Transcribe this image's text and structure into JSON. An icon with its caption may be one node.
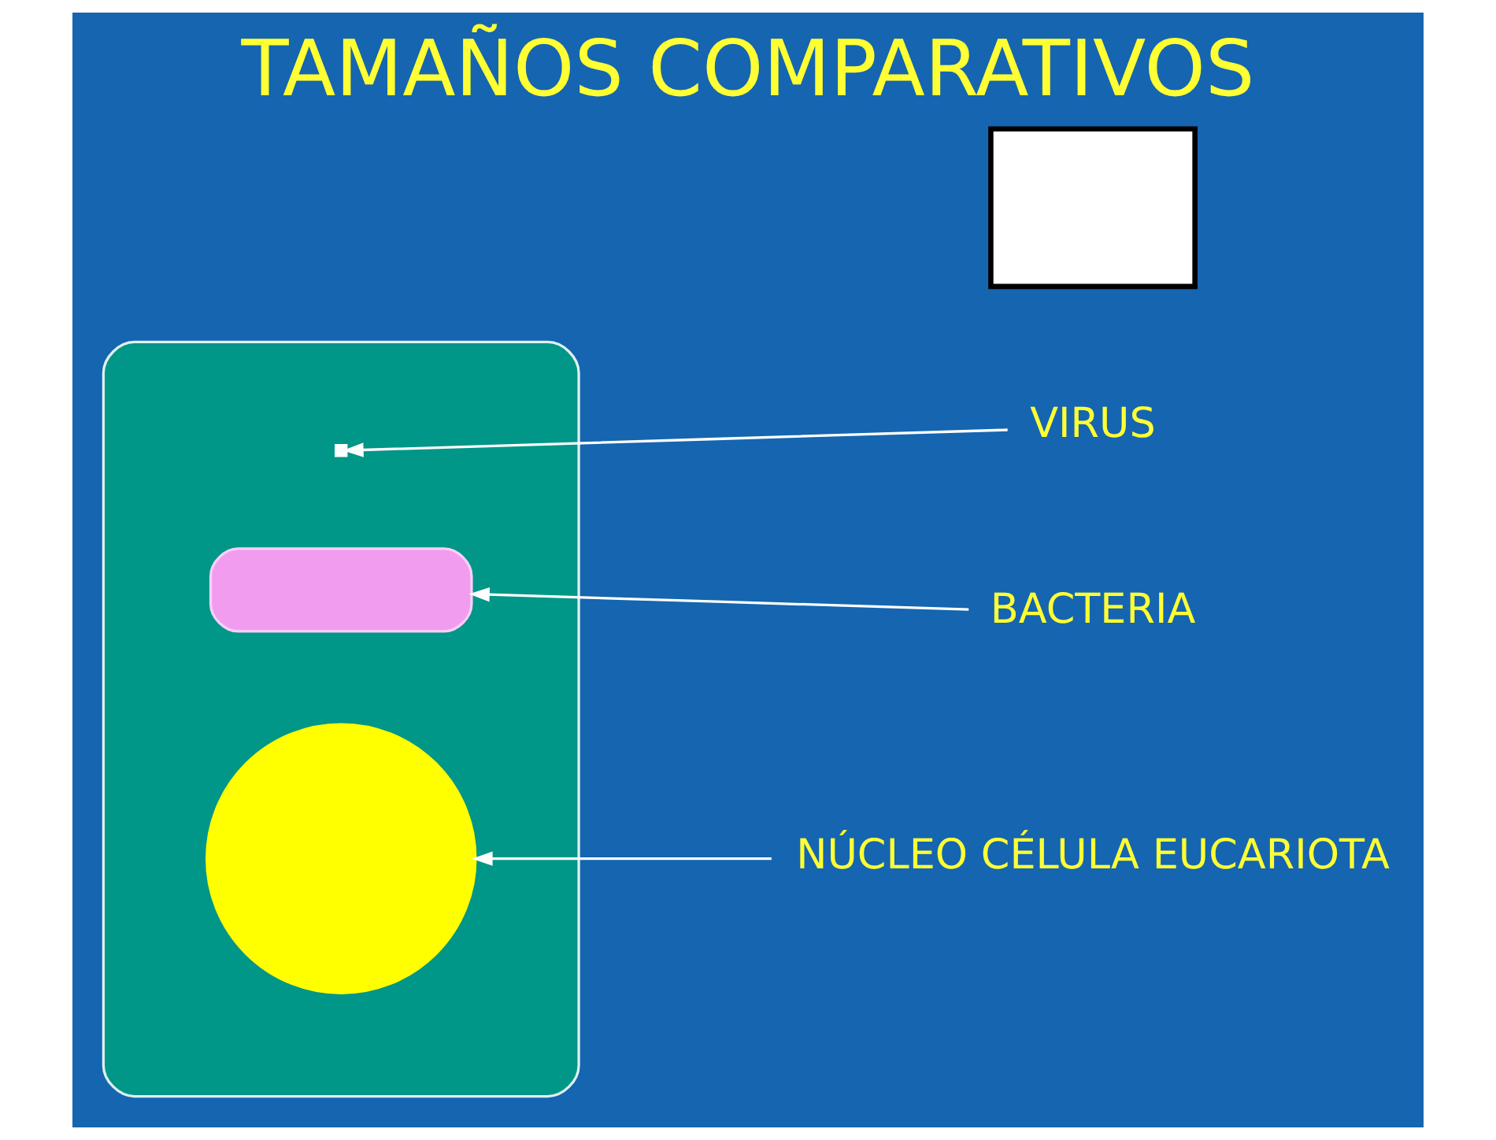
{
  "diagram": {
    "title": "TAMAÑOS COMPARATIVOS",
    "nodes": [
      {
        "text": [],
        "shape": "box"
      },
      {
        "text": [],
        "shape": "box",
        "in": 0
      },
      {
        "text": [],
        "shape": "box",
        "in": 0
      },
      {
        "text": [],
        "shape": "circle",
        "in": 0
      },
      {
        "text": [
          "VIRUS"
        ]
      },
      {
        "text": [
          "BACTERIA"
        ]
      },
      {
        "text": [
          "NÚCLEO CÉLULA EUCARIOTA"
        ]
      },
      {
        "text": [],
        "shape": "box"
      }
    ],
    "edges": [
      {
        "from": 4,
        "to": 1,
        "arrow": "to"
      },
      {
        "from": 5,
        "to": 2,
        "arrow": "to"
      },
      {
        "from": 6,
        "to": 3,
        "arrow": "to"
      }
    ]
  }
}
